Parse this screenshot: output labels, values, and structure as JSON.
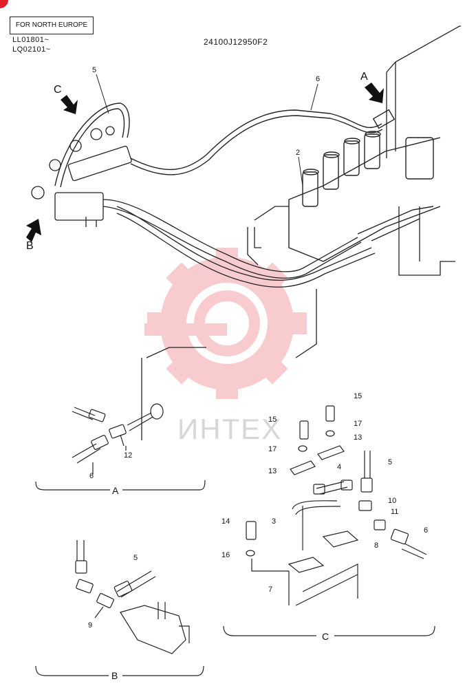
{
  "header": {
    "region_box": "FOR NORTH EUROPE",
    "serial_1": "LL01801~",
    "serial_2": "LQ02101~",
    "drawing_number": "24100J12950F2"
  },
  "watermark": {
    "text": "ИНТЕХ",
    "color": "#f4a3a8"
  },
  "callouts": {
    "view_a": "A",
    "view_b": "B",
    "view_c": "C",
    "part_2": "2",
    "part_3": "3",
    "part_4": "4",
    "part_5": "5",
    "part_6": "6",
    "part_7": "7",
    "part_8": "8",
    "part_9": "9",
    "part_10": "10",
    "part_11": "11",
    "part_12": "12",
    "part_13": "13",
    "part_14": "14",
    "part_15": "15",
    "part_16": "16",
    "part_17": "17"
  },
  "detail_labels": {
    "a": "A",
    "b": "B",
    "c": "C"
  }
}
